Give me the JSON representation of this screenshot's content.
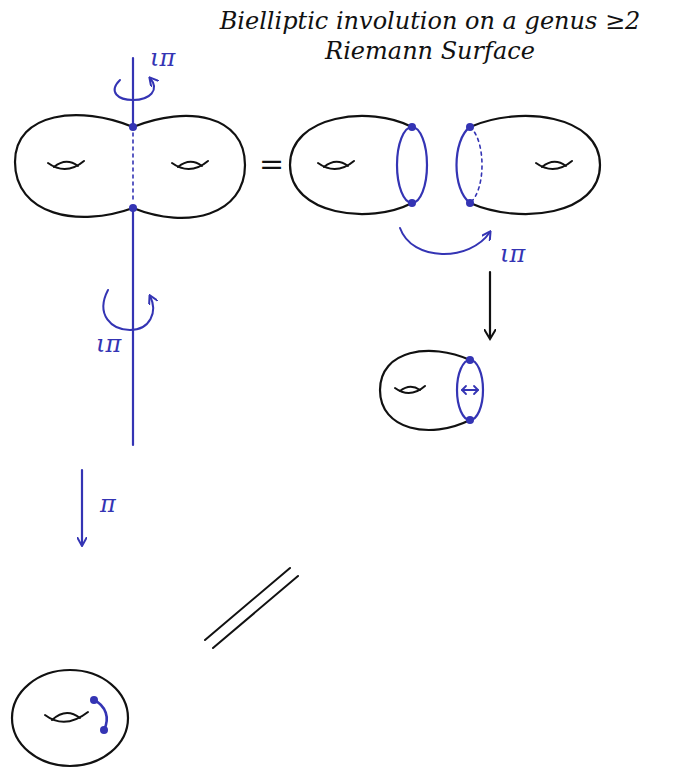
{
  "diagram": {
    "title": "Bielliptic involution on a genus ≥2 Riemann Surface",
    "labels": [
      "ιπ",
      "=",
      "ιπ",
      "ιπ",
      "π"
    ]
  }
}
